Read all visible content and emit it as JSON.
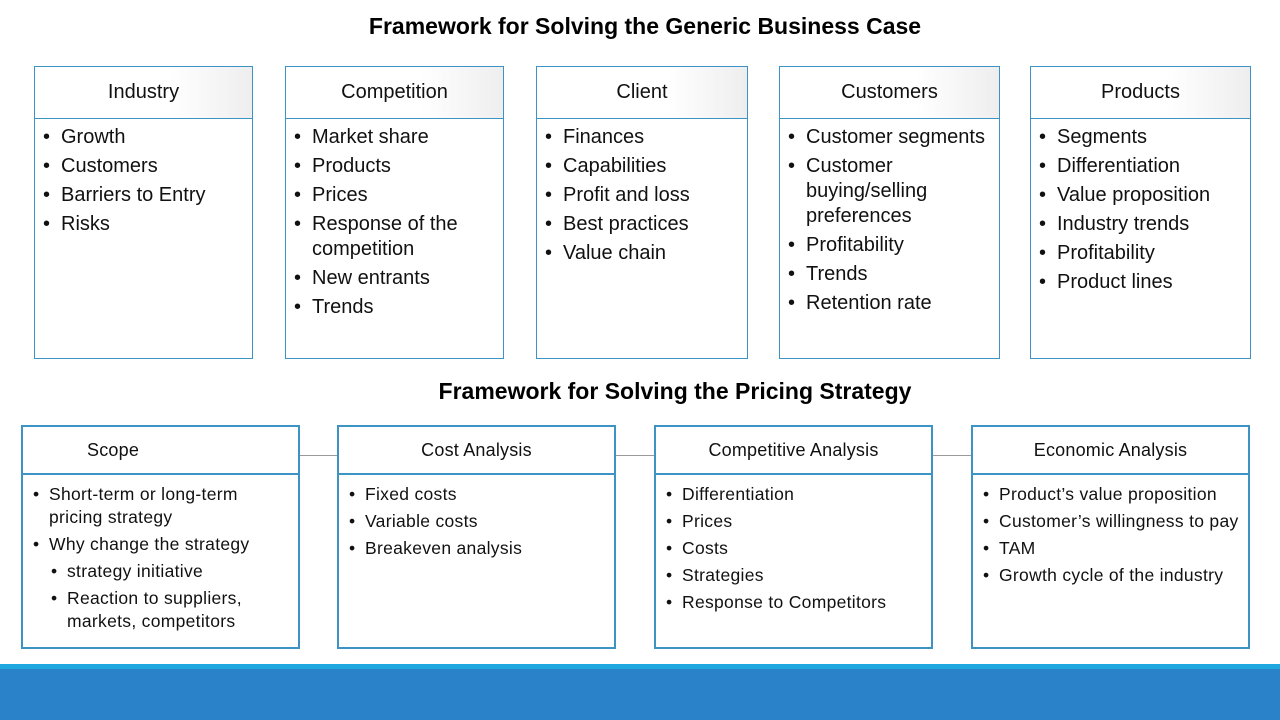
{
  "titles": {
    "business_case": "Framework for Solving the Generic Business Case",
    "pricing_strategy": "Framework for Solving the Pricing Strategy"
  },
  "business_case": [
    {
      "heading": "Industry",
      "items": [
        "Growth",
        "Customers",
        "Barriers to Entry",
        "Risks"
      ]
    },
    {
      "heading": "Competition",
      "items": [
        "Market share",
        "Products",
        "Prices",
        "Response of the competition",
        "New entrants",
        "Trends"
      ]
    },
    {
      "heading": "Client",
      "items": [
        "Finances",
        "Capabilities",
        "Profit and loss",
        "Best practices",
        "Value chain"
      ]
    },
    {
      "heading": "Customers",
      "items": [
        "Customer segments",
        "Customer buying/selling preferences",
        "Profitability",
        "Trends",
        "Retention rate"
      ]
    },
    {
      "heading": "Products",
      "items": [
        "Segments",
        "Differentiation",
        "Value proposition",
        "Industry trends",
        "Profitability",
        "Product lines"
      ]
    }
  ],
  "pricing_strategy": [
    {
      "heading": "Scope",
      "items": [
        "Short-term or long-term pricing strategy",
        "Why change the strategy"
      ],
      "sub_items": [
        "strategy initiative",
        "Reaction to suppliers, markets, competitors"
      ]
    },
    {
      "heading": "Cost Analysis",
      "items": [
        "Fixed costs",
        "Variable costs",
        "Breakeven analysis"
      ]
    },
    {
      "heading": "Competitive Analysis",
      "items": [
        "Differentiation",
        "Prices",
        "Costs",
        "Strategies",
        "Response to Competitors"
      ]
    },
    {
      "heading": "Economic Analysis",
      "items": [
        "Product’s value proposition",
        "Customer’s willingness to pay",
        "TAM",
        "Growth cycle of the industry"
      ]
    }
  ],
  "colors": {
    "box_border": "#3d93c4",
    "footer": "#2a82c9",
    "footer_accent": "#1fa8df"
  }
}
